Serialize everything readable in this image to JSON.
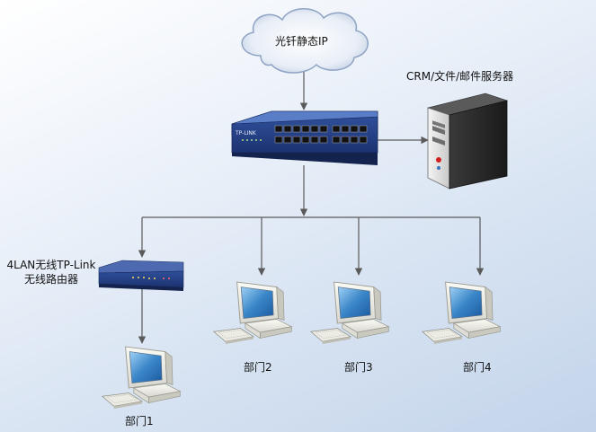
{
  "cloud": {
    "label": "光钎静态IP"
  },
  "server": {
    "label": "CRM/文件/邮件服务器"
  },
  "switch": {
    "brand": "TP-LINK"
  },
  "router": {
    "label_line1": "4LAN无线TP-Link",
    "label_line2": "无线路由器"
  },
  "departments": [
    {
      "label": "部门1"
    },
    {
      "label": "部门2"
    },
    {
      "label": "部门3"
    },
    {
      "label": "部门4"
    }
  ],
  "colors": {
    "line": "#5a5a5a",
    "switch_body": "#2f4f9a",
    "router_body": "#2c4a8e",
    "monitor_screen": "#3a86c8",
    "server_body": "#3a3a3a"
  },
  "icons": [
    "cloud-icon",
    "switch-icon",
    "server-icon",
    "router-icon",
    "computer-icon"
  ]
}
